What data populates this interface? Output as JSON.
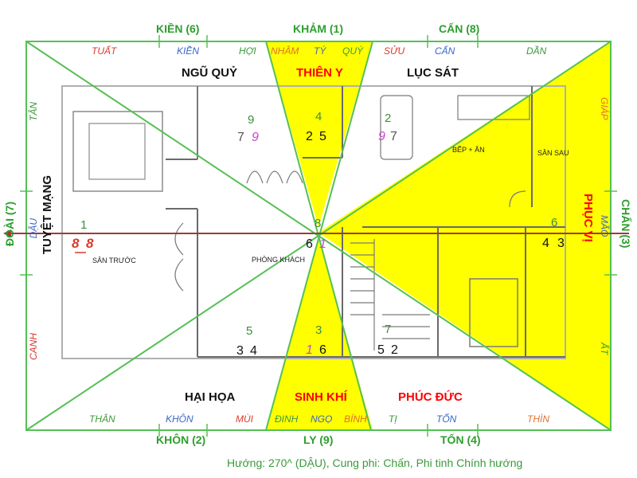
{
  "directions": {
    "top_left": "KIỀN (6)",
    "top_center": "KHẢM (1)",
    "top_right": "CẤN (8)",
    "bottom_left": "KHÔN (2)",
    "bottom_center": "LY (9)",
    "bottom_right": "TỐN (4)",
    "left": "ĐOÀI (7)",
    "right": "CHẤN (3)"
  },
  "mountains": {
    "top": [
      "TUẤT",
      "KIỀN",
      "HỢI",
      "NHÂM",
      "TÝ",
      "QUÝ",
      "SỬU",
      "CẤN",
      "DẦN"
    ],
    "bottom": [
      "THÂN",
      "KHÔN",
      "MÙI",
      "ĐINH",
      "NGỌ",
      "BÍNH",
      "TỊ",
      "TỐN",
      "THÌN"
    ],
    "left": [
      "TÂN",
      "DẬU",
      "CANH"
    ],
    "right": [
      "GIÁP",
      "MÃO",
      "ẤT"
    ]
  },
  "palaces": {
    "ngu_quy": "NGŨ QUỶ",
    "thien_y": "THIÊN Y",
    "luc_sat": "LỤC SÁT",
    "tuyet_mang": "TUYỆT MẠNG",
    "phuc_vi": "PHỤC VỊ",
    "hai_hoa": "HẠI HỌA",
    "sinh_khi": "SINH KHÍ",
    "phuc_duc": "PHÚC ĐỨC"
  },
  "stars": {
    "nw": {
      "top": "9",
      "left": "7",
      "right": "9"
    },
    "n": {
      "top": "4",
      "left": "2",
      "right": "5"
    },
    "ne": {
      "top": "2",
      "left": "9",
      "right": "7"
    },
    "w": {
      "top": "1",
      "left": "8",
      "right": "8"
    },
    "center": {
      "top": "8",
      "left": "6",
      "right": "1"
    },
    "e": {
      "top": "6",
      "left": "4",
      "right": "3"
    },
    "sw": {
      "top": "5",
      "left": "3",
      "right": "4"
    },
    "s": {
      "top": "3",
      "left": "1",
      "right": "6"
    },
    "se": {
      "top": "7",
      "left": "5",
      "right": "2"
    }
  },
  "rooms": {
    "san_truoc": "SÂN TRƯỚC",
    "phong_khach": "PHÒNG KHÁCH",
    "bep_an": "BẾP + ĂN",
    "san_sau": "SÂN SAU"
  },
  "caption": "Hướng: 270^ (DẬU), Cung phi: Chấn, Phi tinh Chính hướng",
  "colors": {
    "yellow": "#ffff00",
    "green_line": "#55c055",
    "axis": "#a03a3a",
    "direction_text": "#2e9e2e",
    "accent_red": "#ff0000"
  }
}
